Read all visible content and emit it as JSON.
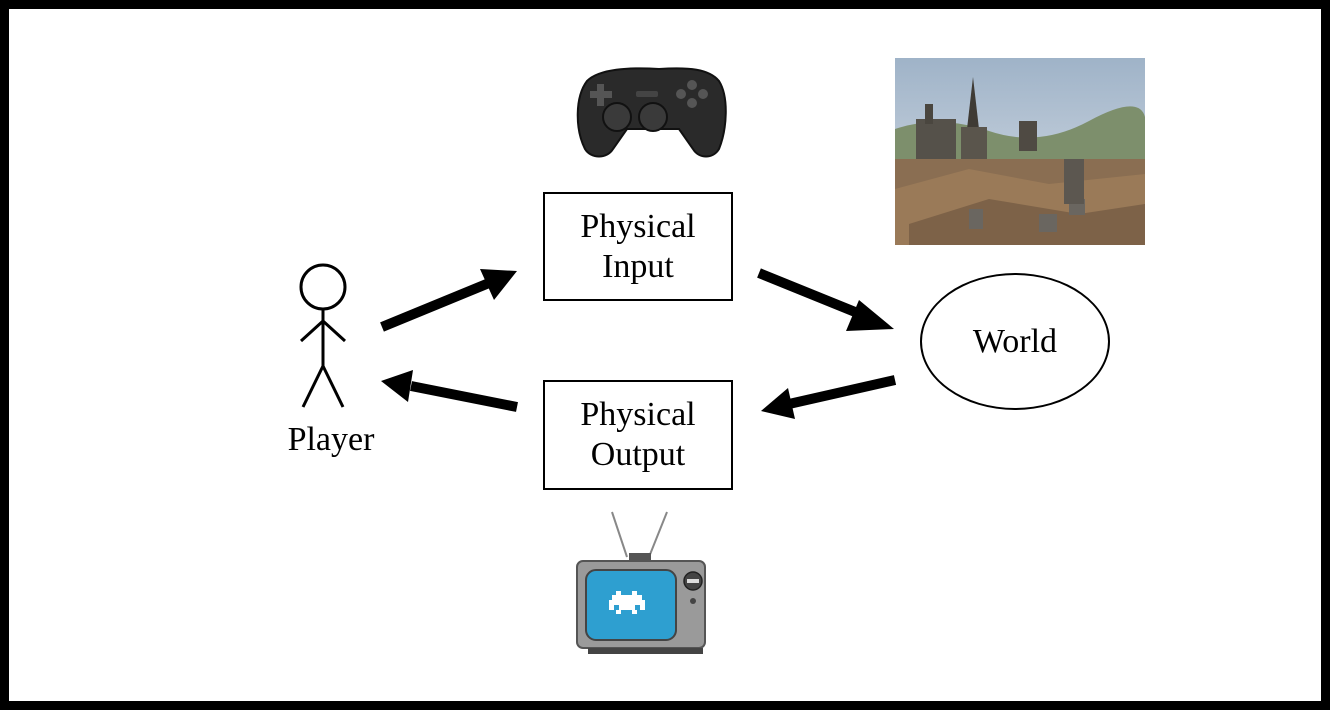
{
  "diagram": {
    "nodes": {
      "player": {
        "label": "Player"
      },
      "physical_input": {
        "line1": "Physical",
        "line2": "Input"
      },
      "physical_output": {
        "line1": "Physical",
        "line2": "Output"
      },
      "world": {
        "label": "World"
      }
    },
    "edges": [
      {
        "from": "player",
        "to": "physical_input"
      },
      {
        "from": "physical_input",
        "to": "world"
      },
      {
        "from": "world",
        "to": "physical_output"
      },
      {
        "from": "physical_output",
        "to": "player"
      }
    ],
    "images": [
      {
        "icon": "gamepad-icon",
        "near": "physical_input"
      },
      {
        "icon": "city-render-image",
        "near": "world"
      },
      {
        "icon": "retro-tv-icon",
        "near": "physical_output"
      }
    ]
  },
  "colors": {
    "background": "#ffffff",
    "frame": "#000000",
    "ink": "#000000",
    "tv_screen": "#2e9fd0"
  }
}
